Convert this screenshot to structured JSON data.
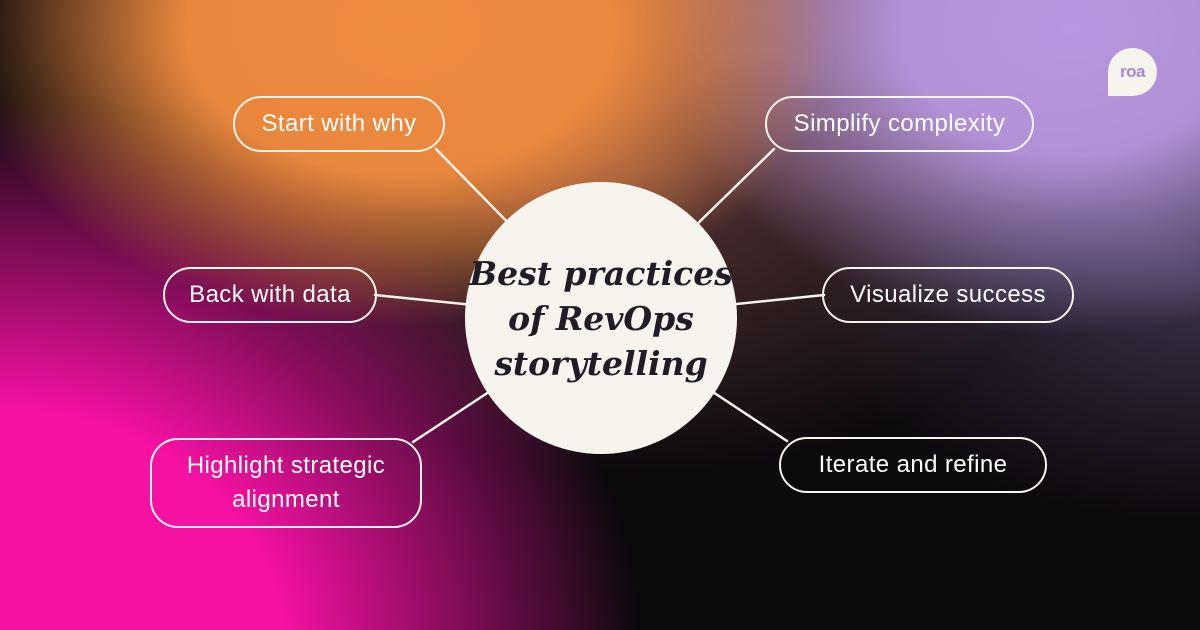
{
  "title": {
    "text": "Best practices of RevOps storytelling",
    "lines": [
      "Best practices",
      "of RevOps",
      "storytelling"
    ]
  },
  "nodes": [
    {
      "id": "start-with-why",
      "label": "Start with why",
      "position": "top-left"
    },
    {
      "id": "simplify-complexity",
      "label": "Simplify complexity",
      "position": "top-right"
    },
    {
      "id": "back-with-data",
      "label": "Back with data",
      "position": "middle-left"
    },
    {
      "id": "visualize-success",
      "label": "Visualize success",
      "position": "middle-right"
    },
    {
      "id": "highlight-strategic-alignment",
      "label": "Highlight strategic alignment",
      "position": "bottom-left"
    },
    {
      "id": "iterate-and-refine",
      "label": "Iterate and refine",
      "position": "bottom-right"
    }
  ],
  "logo": {
    "text": "roa"
  },
  "colors": {
    "circle_fill": "#f7f4ee",
    "node_border": "#f7f4ee",
    "node_text": "#ffffff",
    "title_text": "#231c26",
    "connector": "#f7f4ee",
    "logo_text": "#a688d8",
    "bg_orange": "#ef8a3e",
    "bg_purple": "#b797df",
    "bg_magenta": "#f511a2",
    "bg_dark": "#0d0a0d"
  }
}
